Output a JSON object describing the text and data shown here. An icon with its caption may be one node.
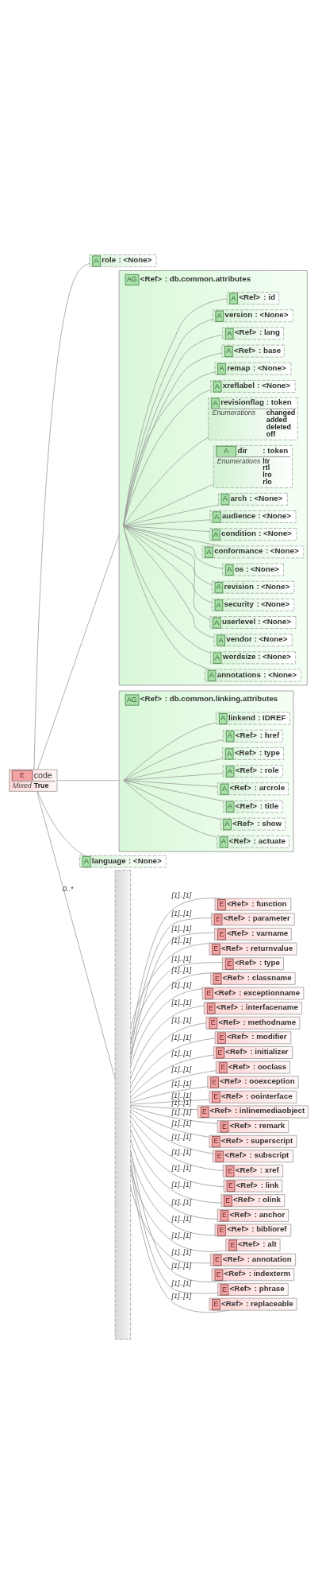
{
  "diagram": {
    "nodes": [
      {
        "text": [
          "E",
          "code",
          "Mixed",
          "True"
        ]
      },
      {
        "text": [
          "A",
          "role",
          ": <None>"
        ]
      },
      {
        "text": [
          "AG",
          "<Ref>",
          ": db.common.attributes"
        ]
      },
      {
        "text": [
          "A",
          "<Ref>",
          ": id"
        ],
        "in": 2
      },
      {
        "text": [
          "A",
          "version",
          ": <None>"
        ],
        "in": 2
      },
      {
        "text": [
          "A",
          "<Ref>",
          ": lang"
        ],
        "in": 2
      },
      {
        "text": [
          "A",
          "<Ref>",
          ": base"
        ],
        "in": 2
      },
      {
        "text": [
          "A",
          "remap",
          ": <None>"
        ],
        "in": 2
      },
      {
        "text": [
          "A",
          "xreflabel",
          ": <None>"
        ],
        "in": 2
      },
      {
        "text": [
          "A",
          "revisionflag",
          ": token",
          "Enumerations",
          "changed",
          "added",
          "deleted",
          "off"
        ],
        "in": 2
      },
      {
        "text": [
          "A",
          "dir",
          ": token",
          "Enumerations",
          "ltr",
          "rtl",
          "lro",
          "rlo"
        ],
        "in": 2
      },
      {
        "text": [
          "A",
          "arch",
          ": <None>"
        ],
        "in": 2
      },
      {
        "text": [
          "A",
          "audience",
          ": <None>"
        ],
        "in": 2
      },
      {
        "text": [
          "A",
          "condition",
          ": <None>"
        ],
        "in": 2
      },
      {
        "text": [
          "A",
          "conformance",
          ": <None>"
        ],
        "in": 2
      },
      {
        "text": [
          "A",
          "os",
          ": <None>"
        ],
        "in": 2
      },
      {
        "text": [
          "A",
          "revision",
          ": <None>"
        ],
        "in": 2
      },
      {
        "text": [
          "A",
          "security",
          ": <None>"
        ],
        "in": 2
      },
      {
        "text": [
          "A",
          "userlevel",
          ": <None>"
        ],
        "in": 2
      },
      {
        "text": [
          "A",
          "vendor",
          ": <None>"
        ],
        "in": 2
      },
      {
        "text": [
          "A",
          "wordsize",
          ": <None>"
        ],
        "in": 2
      },
      {
        "text": [
          "A",
          "annotations",
          ": <None>"
        ],
        "in": 2
      },
      {
        "text": [
          "AG",
          "<Ref>",
          ": db.common.linking.attributes"
        ]
      },
      {
        "text": [
          "A",
          "linkend",
          ": IDREF"
        ],
        "in": 22
      },
      {
        "text": [
          "A",
          "<Ref>",
          ": href"
        ],
        "in": 22
      },
      {
        "text": [
          "A",
          "<Ref>",
          ": type"
        ],
        "in": 22
      },
      {
        "text": [
          "A",
          "<Ref>",
          ": role"
        ],
        "in": 22
      },
      {
        "text": [
          "A",
          "<Ref>",
          ": arcrole"
        ],
        "in": 22
      },
      {
        "text": [
          "A",
          "<Ref>",
          ": title"
        ],
        "in": 22
      },
      {
        "text": [
          "A",
          "<Ref>",
          ": show"
        ],
        "in": 22
      },
      {
        "text": [
          "A",
          "<Ref>",
          ": actuate"
        ],
        "in": 22
      },
      {
        "text": [
          "A",
          "language",
          ": <None>"
        ]
      },
      {
        "text": [],
        "shape": "bar"
      },
      {
        "text": [
          "E",
          "<Ref>",
          ": function"
        ]
      },
      {
        "text": [
          "E",
          "<Ref>",
          ": parameter"
        ]
      },
      {
        "text": [
          "E",
          "<Ref>",
          ": varname"
        ]
      },
      {
        "text": [
          "E",
          "<Ref>",
          ": returnvalue"
        ]
      },
      {
        "text": [
          "E",
          "<Ref>",
          ": type"
        ]
      },
      {
        "text": [
          "E",
          "<Ref>",
          ": classname"
        ]
      },
      {
        "text": [
          "E",
          "<Ref>",
          ": exceptionname"
        ]
      },
      {
        "text": [
          "E",
          "<Ref>",
          ": interfacename"
        ]
      },
      {
        "text": [
          "E",
          "<Ref>",
          ": methodname"
        ]
      },
      {
        "text": [
          "E",
          "<Ref>",
          ": modifier"
        ]
      },
      {
        "text": [
          "E",
          "<Ref>",
          ": initializer"
        ]
      },
      {
        "text": [
          "E",
          "<Ref>",
          ": ooclass"
        ]
      },
      {
        "text": [
          "E",
          "<Ref>",
          ": ooexception"
        ]
      },
      {
        "text": [
          "E",
          "<Ref>",
          ": oointerface"
        ]
      },
      {
        "text": [
          "E",
          "<Ref>",
          ": inlinemediaobject"
        ]
      },
      {
        "text": [
          "E",
          "<Ref>",
          ": remark"
        ]
      },
      {
        "text": [
          "E",
          "<Ref>",
          ": superscript"
        ]
      },
      {
        "text": [
          "E",
          "<Ref>",
          ": subscript"
        ]
      },
      {
        "text": [
          "E",
          "<Ref>",
          ": xref"
        ]
      },
      {
        "text": [
          "E",
          "<Ref>",
          ": link"
        ]
      },
      {
        "text": [
          "E",
          "<Ref>",
          ": olink"
        ]
      },
      {
        "text": [
          "E",
          "<Ref>",
          ": anchor"
        ]
      },
      {
        "text": [
          "E",
          "<Ref>",
          ": biblioref"
        ]
      },
      {
        "text": [
          "E",
          "<Ref>",
          ": alt"
        ]
      },
      {
        "text": [
          "E",
          "<Ref>",
          ": annotation"
        ]
      },
      {
        "text": [
          "E",
          "<Ref>",
          ": indexterm"
        ]
      },
      {
        "text": [
          "E",
          "<Ref>",
          ": phrase"
        ]
      },
      {
        "text": [
          "E",
          "<Ref>",
          ": replaceable"
        ]
      }
    ],
    "edges": [
      {
        "from": 0,
        "to": 1,
        "arrow": "none"
      },
      {
        "from": 0,
        "to": 2,
        "arrow": "none"
      },
      {
        "from": 2,
        "to": 3,
        "arrow": "none"
      },
      {
        "from": 2,
        "to": 4,
        "arrow": "none"
      },
      {
        "from": 2,
        "to": 5,
        "arrow": "none"
      },
      {
        "from": 2,
        "to": 6,
        "arrow": "none"
      },
      {
        "from": 2,
        "to": 7,
        "arrow": "none"
      },
      {
        "from": 2,
        "to": 8,
        "arrow": "none"
      },
      {
        "from": 2,
        "to": 9,
        "arrow": "none"
      },
      {
        "from": 2,
        "to": 10,
        "arrow": "none"
      },
      {
        "from": 2,
        "to": 11,
        "arrow": "none"
      },
      {
        "from": 2,
        "to": 12,
        "arrow": "none"
      },
      {
        "from": 2,
        "to": 13,
        "arrow": "none"
      },
      {
        "from": 2,
        "to": 14,
        "arrow": "none"
      },
      {
        "from": 2,
        "to": 15,
        "arrow": "none"
      },
      {
        "from": 2,
        "to": 16,
        "arrow": "none"
      },
      {
        "from": 2,
        "to": 17,
        "arrow": "none"
      },
      {
        "from": 2,
        "to": 18,
        "arrow": "none"
      },
      {
        "from": 2,
        "to": 19,
        "arrow": "none"
      },
      {
        "from": 2,
        "to": 20,
        "arrow": "none"
      },
      {
        "from": 2,
        "to": 21,
        "arrow": "none"
      },
      {
        "from": 0,
        "to": 22,
        "arrow": "none"
      },
      {
        "from": 22,
        "to": 23,
        "arrow": "none"
      },
      {
        "from": 22,
        "to": 24,
        "arrow": "none"
      },
      {
        "from": 22,
        "to": 25,
        "arrow": "none"
      },
      {
        "from": 22,
        "to": 26,
        "arrow": "none"
      },
      {
        "from": 22,
        "to": 27,
        "arrow": "none"
      },
      {
        "from": 22,
        "to": 28,
        "arrow": "none"
      },
      {
        "from": 22,
        "to": 29,
        "arrow": "none"
      },
      {
        "from": 22,
        "to": 30,
        "arrow": "none"
      },
      {
        "from": 0,
        "to": 31,
        "arrow": "none"
      },
      {
        "from": 0,
        "to": 32,
        "arrow": "none",
        "label": "0..*"
      },
      {
        "from": 32,
        "to": 33,
        "arrow": "none",
        "label": "[1]..[1]"
      },
      {
        "from": 32,
        "to": 34,
        "arrow": "none",
        "label": "[1]..[1]"
      },
      {
        "from": 32,
        "to": 35,
        "arrow": "none",
        "label": "[1]..[1]"
      },
      {
        "from": 32,
        "to": 36,
        "arrow": "none",
        "label": "[1]..[1]"
      },
      {
        "from": 32,
        "to": 37,
        "arrow": "none",
        "label": "[1]..[1]"
      },
      {
        "from": 32,
        "to": 38,
        "arrow": "none",
        "label": "[1]..[1]"
      },
      {
        "from": 32,
        "to": 39,
        "arrow": "none",
        "label": "[1]..[1]"
      },
      {
        "from": 32,
        "to": 40,
        "arrow": "none",
        "label": "[1]..[1]"
      },
      {
        "from": 32,
        "to": 41,
        "arrow": "none",
        "label": "[1]..[1]"
      },
      {
        "from": 32,
        "to": 42,
        "arrow": "none",
        "label": "[1]..[1]"
      },
      {
        "from": 32,
        "to": 43,
        "arrow": "none",
        "label": "[1]..[1]"
      },
      {
        "from": 32,
        "to": 44,
        "arrow": "none",
        "label": "[1]..[1]"
      },
      {
        "from": 32,
        "to": 45,
        "arrow": "none",
        "label": "[1]..[1]"
      },
      {
        "from": 32,
        "to": 46,
        "arrow": "none",
        "label": "[1]..[1]"
      },
      {
        "from": 32,
        "to": 47,
        "arrow": "none",
        "label": "[1]..[1]"
      },
      {
        "from": 32,
        "to": 48,
        "arrow": "none",
        "label": "[1]..[1]"
      },
      {
        "from": 32,
        "to": 49,
        "arrow": "none",
        "label": "[1]..[1]"
      },
      {
        "from": 32,
        "to": 50,
        "arrow": "none",
        "label": "[1]..[1]"
      },
      {
        "from": 32,
        "to": 51,
        "arrow": "none",
        "label": "[1]..[1]"
      },
      {
        "from": 32,
        "to": 52,
        "arrow": "none",
        "label": "[1]..[1]"
      },
      {
        "from": 32,
        "to": 53,
        "arrow": "none",
        "label": "[1]..[1]"
      },
      {
        "from": 32,
        "to": 54,
        "arrow": "none",
        "label": "[1]..[1]"
      },
      {
        "from": 32,
        "to": 55,
        "arrow": "none",
        "label": "[1]..[1]"
      },
      {
        "from": 32,
        "to": 56,
        "arrow": "none",
        "label": "[1]..[1]"
      },
      {
        "from": 32,
        "to": 57,
        "arrow": "none",
        "label": "[1]..[1]"
      },
      {
        "from": 32,
        "to": 58,
        "arrow": "none",
        "label": "[1]..[1]"
      },
      {
        "from": 32,
        "to": 59,
        "arrow": "none",
        "label": "[1]..[1]"
      },
      {
        "from": 32,
        "to": 60,
        "arrow": "none",
        "label": "[1]..[1]"
      }
    ]
  }
}
